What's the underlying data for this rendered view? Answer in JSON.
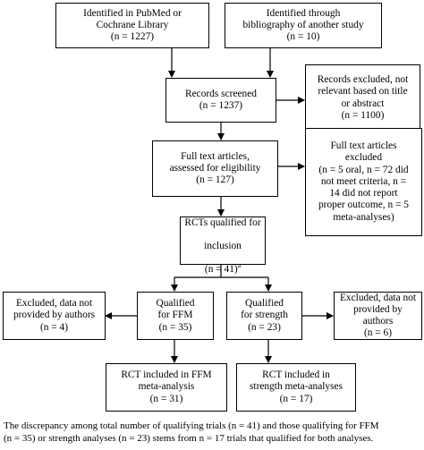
{
  "flow": {
    "identified_pubmed": "Identified in PubMed or\nCochrane Library\n(n = 1227)",
    "identified_bibliography": "Identified through\nbibliography of another study\n(n = 10)",
    "records_screened": "Records screened\n(n = 1237)",
    "records_excluded": "Records excluded, not\nrelevant based on title\nor abstract\n(n = 1100)",
    "full_text": "Full text articles,\nassessed for eligibility\n(n = 127)",
    "full_text_excluded": "Full text articles\nexcluded\n(n = 5 oral, n = 72 did\nnot meet criteria, n =\n14 did not report\nproper outcome, n = 5\nmeta-analyses)",
    "rcts_qualified_line1": "RCTs qualified for",
    "rcts_qualified_line2": "inclusion",
    "rcts_qualified_n": "(n = 41)",
    "rcts_qualified_sup": "a",
    "excluded_left": "Excluded, data not\nprovided by authors\n(n = 4)",
    "qualified_ffm": "Qualified\nfor FFM\n(n = 35)",
    "qualified_strength": "Qualified\nfor strength\n(n = 23)",
    "excluded_right": "Excluded, data not\nprovided by authors\n(n = 6)",
    "rct_ffm": "RCT included in FFM\nmeta-analysis\n(n = 31)",
    "rct_strength": "RCT included in\nstrength meta-analyses\n(n = 17)"
  },
  "footnote": "The discrepancy among total number of qualifying trials (n = 41) and those qualifying for FFM\n(n = 35) or strength analyses (n = 23) stems from n = 17 trials that qualified for both analyses."
}
